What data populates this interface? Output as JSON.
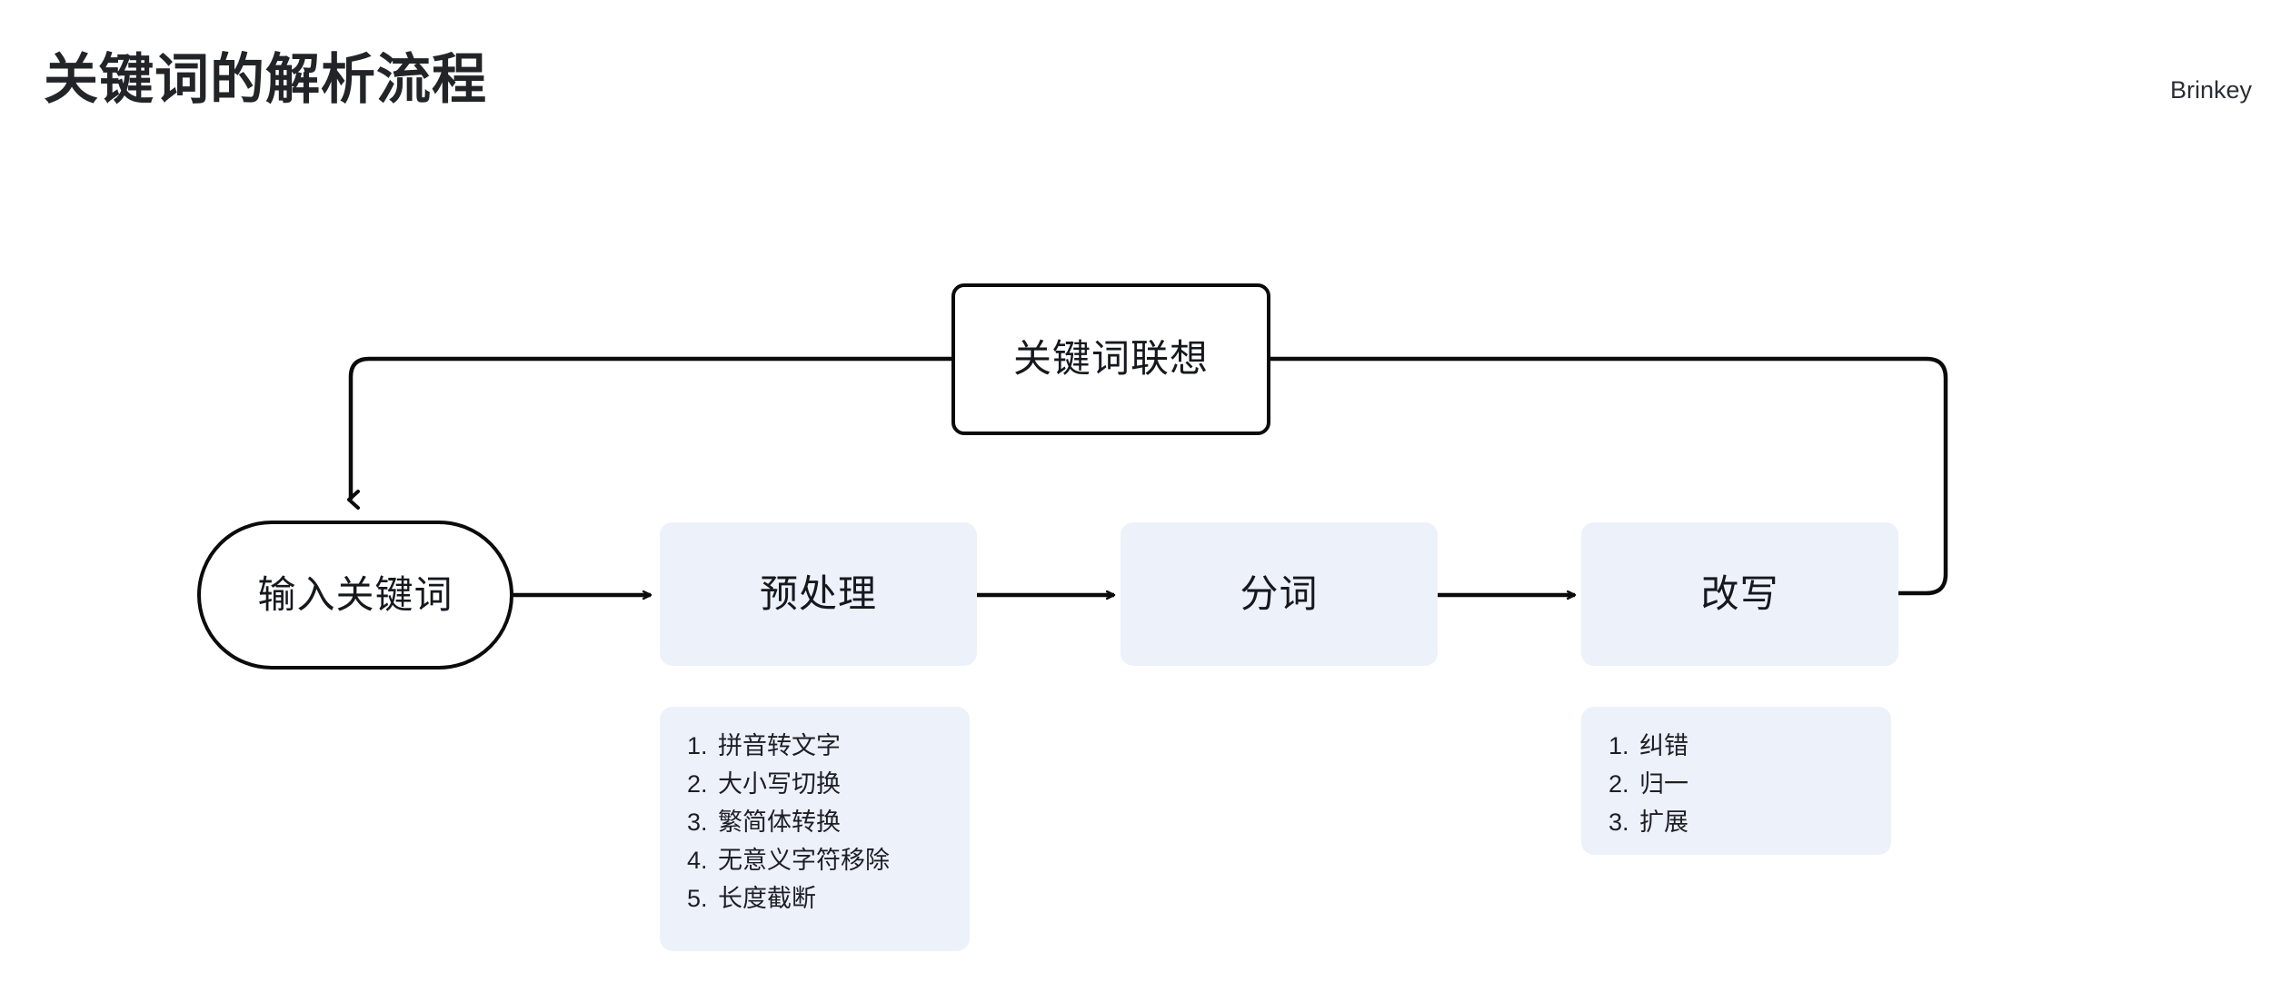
{
  "header": {
    "title": "关键词的解析流程",
    "author": "Brinkey"
  },
  "theme": {
    "background": "#ffffff",
    "node_fill": "#edf1fa",
    "node_stroke": "#0b0b0c",
    "text_color": "#16181d",
    "edge_color": "#0b0b0c"
  },
  "diagram": {
    "type": "flowchart",
    "direction": "left-to-right with feedback loop",
    "nodes": [
      {
        "id": "assoc",
        "label": "关键词联想",
        "shape": "rounded-rect-outlined"
      },
      {
        "id": "input",
        "label": "输入关键词",
        "shape": "stadium-outlined"
      },
      {
        "id": "preproc",
        "label": "预处理",
        "shape": "rounded-rect-filled"
      },
      {
        "id": "segment",
        "label": "分词",
        "shape": "rounded-rect-filled"
      },
      {
        "id": "rewrite",
        "label": "改写",
        "shape": "rounded-rect-filled"
      }
    ],
    "edges": [
      {
        "from": "input",
        "to": "preproc",
        "arrow": true
      },
      {
        "from": "preproc",
        "to": "segment",
        "arrow": true
      },
      {
        "from": "segment",
        "to": "rewrite",
        "arrow": true
      },
      {
        "from": "assoc",
        "to": "input",
        "arrow": true,
        "routing": "orthogonal-left"
      },
      {
        "from": "rewrite",
        "to": "assoc",
        "arrow": false,
        "routing": "orthogonal-right"
      }
    ],
    "notes": [
      {
        "id": "preproc-note",
        "attached_to": "preproc",
        "items": [
          {
            "index": "1.",
            "text": "拼音转文字"
          },
          {
            "index": "2.",
            "text": "大小写切换"
          },
          {
            "index": "3.",
            "text": "繁简体转换"
          },
          {
            "index": "4.",
            "text": "无意义字符移除"
          },
          {
            "index": "5.",
            "text": "长度截断"
          }
        ]
      },
      {
        "id": "rewrite-note",
        "attached_to": "rewrite",
        "items": [
          {
            "index": "1.",
            "text": "纠错"
          },
          {
            "index": "2.",
            "text": "归一"
          },
          {
            "index": "3.",
            "text": "扩展"
          }
        ]
      }
    ]
  }
}
